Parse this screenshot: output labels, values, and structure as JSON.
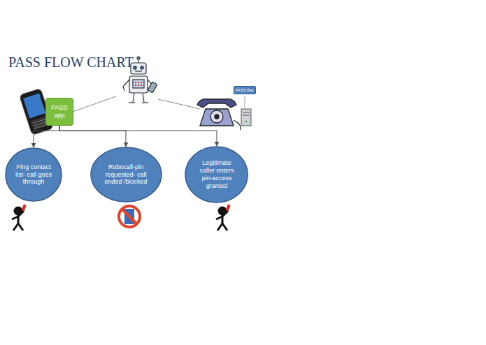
{
  "diagram": {
    "title": "PASS FLOW CHART",
    "nodes": [
      {
        "text": [
          "PASS app"
        ]
      },
      {
        "text": [
          "PASS Bas"
        ]
      },
      {
        "text": [
          "Ping contact list- call goes through"
        ]
      },
      {
        "text": [
          "Robocall-pin requested- call ended /blocked"
        ]
      },
      {
        "text": [
          "Legitimate caller enters pin-access granted"
        ]
      }
    ],
    "edges": [
      {
        "from": 0,
        "to": 2,
        "arrow": "to"
      },
      {
        "from": 0,
        "to": 3,
        "arrow": "to"
      },
      {
        "from": 0,
        "to": 4,
        "arrow": "to"
      }
    ]
  }
}
